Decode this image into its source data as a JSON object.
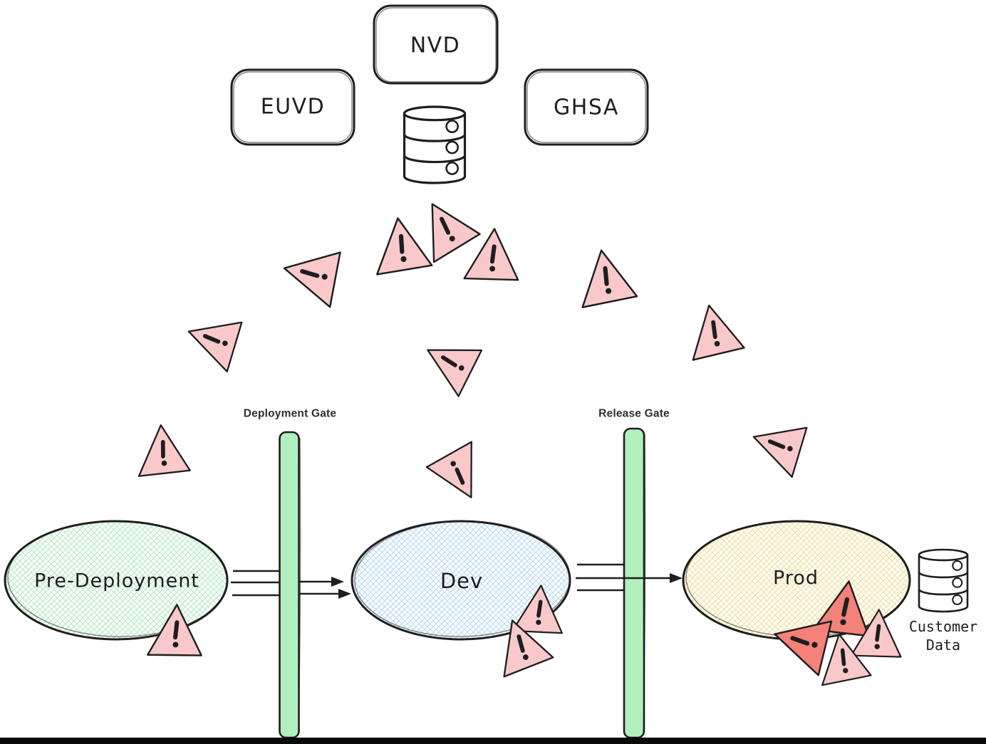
{
  "sources": {
    "euvd": {
      "label": "EUVD"
    },
    "nvd": {
      "label": "NVD"
    },
    "ghsa": {
      "label": "GHSA"
    }
  },
  "feed": {
    "icon": "database-icon"
  },
  "stages": {
    "pre": {
      "label": "Pre-Deployment"
    },
    "dev": {
      "label": "Dev"
    },
    "prod": {
      "label": "Prod"
    }
  },
  "gates": {
    "deployment": {
      "label": "Deployment Gate"
    },
    "release": {
      "label": "Release Gate"
    }
  },
  "customer_data": {
    "line1": "Customer",
    "line2": "Data",
    "icon": "database-icon"
  },
  "warnings": {
    "icon": "warning-triangle-icon",
    "count": 18,
    "pink": "#f9c9ca",
    "red": "#f4817a"
  },
  "colors": {
    "stroke": "#1e1e1e",
    "gate_fill": "#b2efbe",
    "pre_hatch": "#b9ecc5",
    "dev_hatch": "#bcdcf5",
    "prod_hatch": "#f2e2a2",
    "label_text": "#2f2f2f",
    "bottom_bar": "#0a0a0a"
  }
}
